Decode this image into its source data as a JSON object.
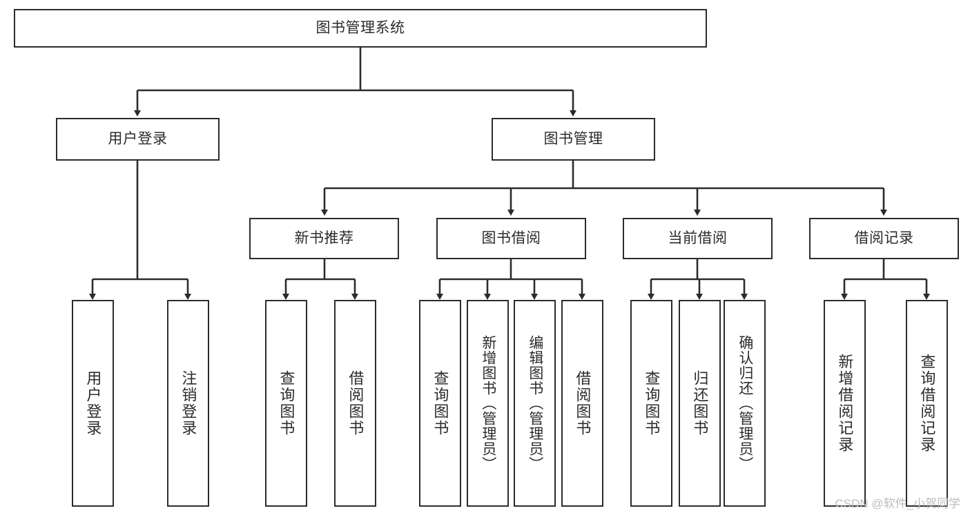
{
  "diagram": {
    "title": "图书管理系统",
    "type": "tree-hierarchy-chart",
    "watermark": "CSDN @软件_小贺同学",
    "colors": {
      "box_stroke": "#2b2b2b",
      "box_fill": "#ffffff",
      "edge": "#2b2b2b",
      "text": "#2b2b2b",
      "watermark": "#bdbdbd",
      "background": "#ffffff"
    },
    "nodes": {
      "root": {
        "label": "图书管理系统"
      },
      "level2": [
        {
          "label": "用户登录"
        },
        {
          "label": "图书管理"
        }
      ],
      "level3": [
        {
          "label": "新书推荐"
        },
        {
          "label": "图书借阅"
        },
        {
          "label": "当前借阅"
        },
        {
          "label": "借阅记录"
        }
      ],
      "leaves": {
        "user_login": [
          {
            "label": "用户登录"
          },
          {
            "label": "注销登录"
          }
        ],
        "new_book_recommend": [
          {
            "label": "查询图书"
          },
          {
            "label": "借阅图书"
          }
        ],
        "book_borrow": [
          {
            "label": "查询图书"
          },
          {
            "label": "新增图书（管理员）"
          },
          {
            "label": "编辑图书（管理员）"
          },
          {
            "label": "借阅图书"
          }
        ],
        "current_borrow": [
          {
            "label": "查询图书"
          },
          {
            "label": "归还图书"
          },
          {
            "label": "确认归还（管理员）"
          }
        ],
        "borrow_record": [
          {
            "label": "新增借阅记录"
          },
          {
            "label": "查询借阅记录"
          }
        ]
      }
    }
  }
}
